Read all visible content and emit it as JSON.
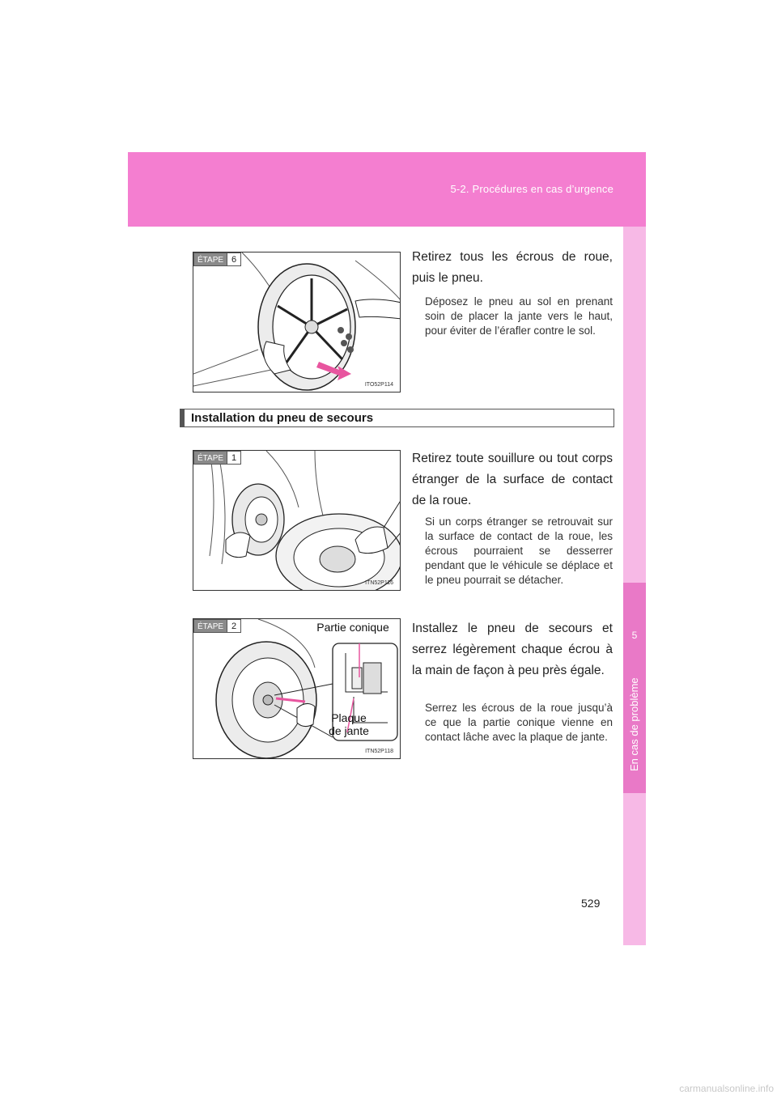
{
  "header": {
    "section": "5-2. Procédures en cas d’urgence"
  },
  "side_tab": {
    "number": "5",
    "label": "En cas de problème"
  },
  "steps": [
    {
      "badge_label": "ÉTAPE",
      "badge_num": "6",
      "fig_code": "ITO52P114",
      "main": "Retirez tous les écrous de roue, puis le pneu.",
      "sub": "Déposez le pneu au sol en prenant soin de placer la jante vers le haut, pour éviter de l’érafler contre le sol."
    },
    {
      "badge_label": "ÉTAPE",
      "badge_num": "1",
      "fig_code": "ITN52P116",
      "main": "Retirez toute souillure ou tout corps étranger de la surface de contact de la roue.",
      "sub": "Si un corps étranger se retrouvait sur la surface de contact de la roue, les écrous pourraient se desserrer pendant que le véhicule se déplace et le pneu pourrait se détacher."
    },
    {
      "badge_label": "ÉTAPE",
      "badge_num": "2",
      "fig_code": "ITN52P118",
      "main": "Installez le pneu de secours et serrez légèrement chaque écrou à la main de façon à peu près égale.",
      "sub": "Serrez les écrous de la roue jusqu’à ce que la partie conique vienne en contact lâche avec la plaque de jante.",
      "callout_top": "Partie conique",
      "callout_bottom_1": "Plaque",
      "callout_bottom_2": "de jante"
    }
  ],
  "section_title": "Installation du pneu de secours",
  "page_number": "529",
  "watermark": "carmanualsonline.info",
  "colors": {
    "header_pink": "#f47ed0",
    "tab_light": "#f7b9e6",
    "tab_dark": "#e979c7",
    "arrow_pink": "#e8559f"
  }
}
